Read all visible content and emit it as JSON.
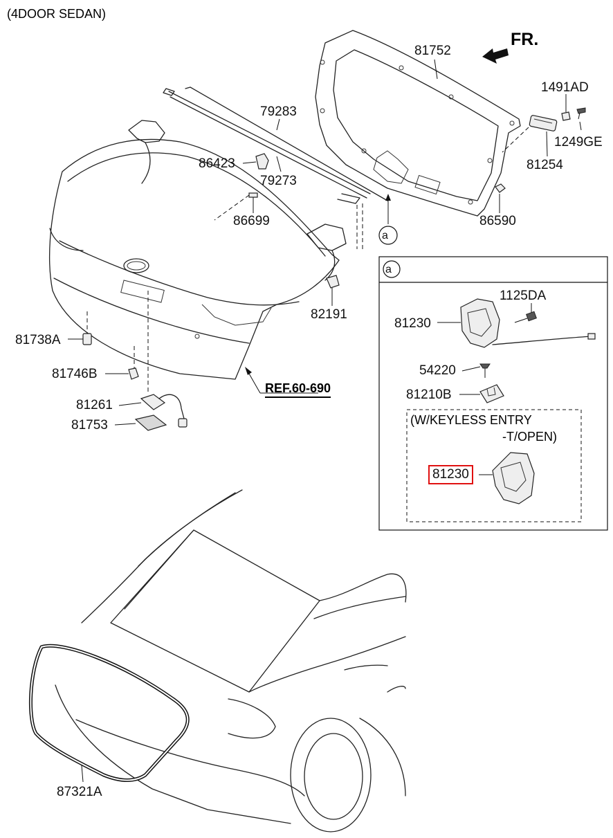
{
  "header": {
    "variant": "(4DOOR SEDAN)",
    "direction": "FR."
  },
  "reference": "REF.60-690",
  "callout": {
    "symbol": "a"
  },
  "detail_box": {
    "symbol": "a",
    "note_line1": "(W/KEYLESS ENTRY",
    "note_line2": "-T/OPEN)"
  },
  "parts": {
    "p81752": "81752",
    "p1491AD": "1491AD",
    "p1249GE": "1249GE",
    "p81254": "81254",
    "p86590": "86590",
    "p79283": "79283",
    "p86423": "86423",
    "p79273": "79273",
    "p86699": "86699",
    "p82191": "82191",
    "p81738A": "81738A",
    "p81746B": "81746B",
    "p81261": "81261",
    "p81753": "81753",
    "p1125DA": "1125DA",
    "p81230": "81230",
    "p54220": "54220",
    "p81210B": "81210B",
    "p81230_keyless": "81230",
    "p87321A": "87321A"
  },
  "highlight_color": "#e01010"
}
